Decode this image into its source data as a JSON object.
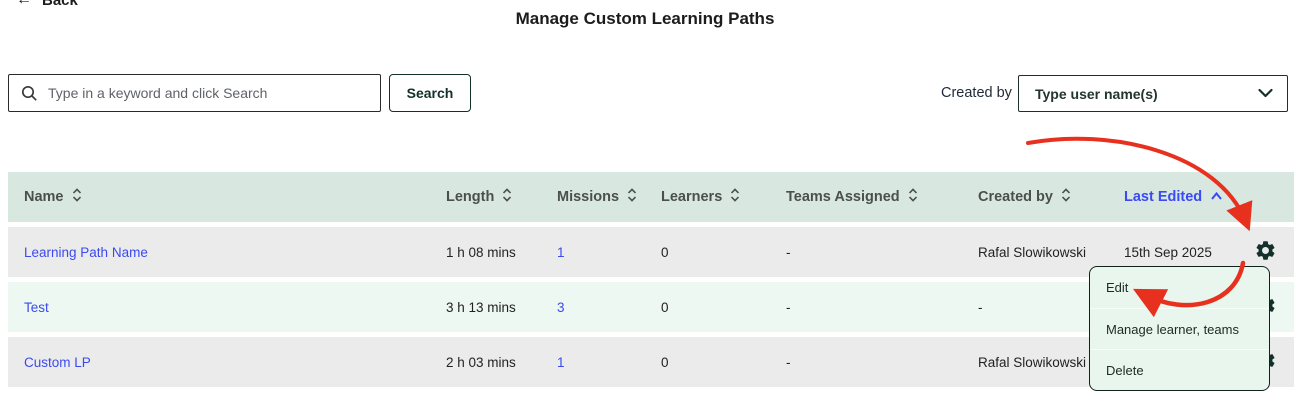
{
  "page": {
    "back_label": "Back",
    "title": "Manage Custom Learning Paths"
  },
  "search": {
    "placeholder": "Type in a keyword and click Search",
    "button_label": "Search"
  },
  "filter": {
    "label": "Created by",
    "dropdown_placeholder": "Type user name(s)"
  },
  "table": {
    "columns": [
      {
        "label": "Name",
        "sortable": true
      },
      {
        "label": "Length",
        "sortable": true
      },
      {
        "label": "Missions",
        "sortable": true
      },
      {
        "label": "Learners",
        "sortable": true
      },
      {
        "label": "Teams Assigned",
        "sortable": true
      },
      {
        "label": "Created by",
        "sortable": true
      },
      {
        "label": "Last Edited",
        "sortable": true,
        "sorted": "asc",
        "active": true
      }
    ],
    "rows": [
      {
        "name": "Learning Path Name",
        "length": "1 h 08 mins",
        "missions": "1",
        "learners": "0",
        "teams_assigned": "-",
        "created_by": "Rafal Slowikowski",
        "last_edited": "15th Sep 2025"
      },
      {
        "name": "Test",
        "length": "3 h 13 mins",
        "missions": "3",
        "learners": "0",
        "teams_assigned": "-",
        "created_by": "-",
        "last_edited": ""
      },
      {
        "name": "Custom LP",
        "length": "2 h 03 mins",
        "missions": "1",
        "learners": "0",
        "teams_assigned": "-",
        "created_by": "Rafal Slowikowski",
        "last_edited": ""
      }
    ]
  },
  "context_menu": {
    "items": [
      "Edit",
      "Manage learner, teams",
      "Delete"
    ]
  },
  "colors": {
    "link_blue": "#3c49f1",
    "active_sort_blue": "#3b4af2",
    "header_bg": "#d8e8e0",
    "row_gray": "#ebebeb",
    "row_mint": "#ecf8f1",
    "menu_bg": "#e9f6ee",
    "gear_dark": "#14302a",
    "annotation_red": "#e8301f"
  }
}
